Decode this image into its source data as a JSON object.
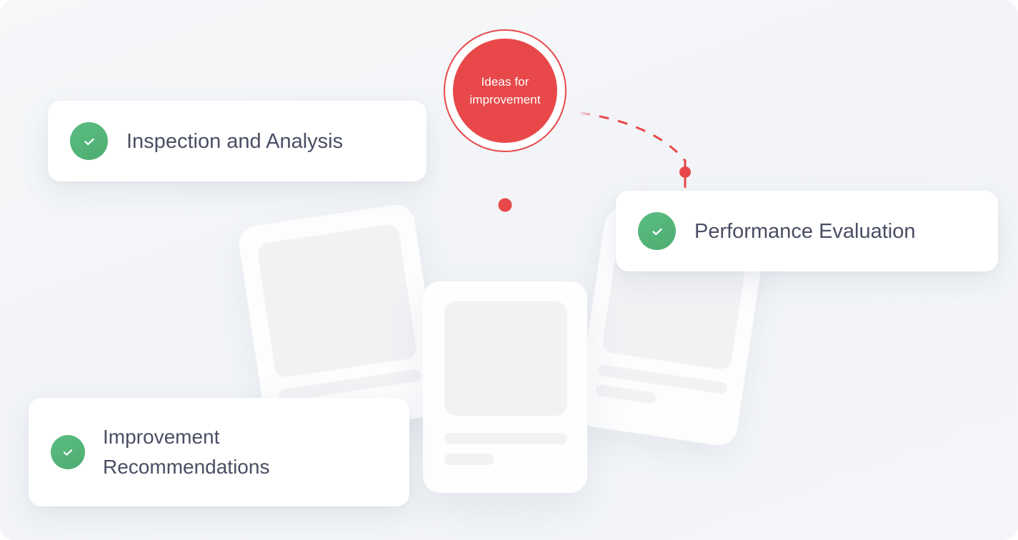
{
  "page": {
    "background_color": "#f3f5f8",
    "accent_red": "#e8484a",
    "accent_green": "#52b87a",
    "text_color": "#4a4e63"
  },
  "hub": {
    "label": "Ideas for\nimprovement",
    "text_color": "#ffffff",
    "fill_color": "#e8484a",
    "ring_color": "#e8484a"
  },
  "steps": [
    {
      "id": "inspection-and-analysis",
      "label": "Inspection and Analysis",
      "icon": "check-icon",
      "icon_color": "#52b87a"
    },
    {
      "id": "performance-evaluation",
      "label": "Performance Evaluation",
      "icon": "check-icon",
      "icon_color": "#52b87a"
    },
    {
      "id": "improvement-recommendations",
      "label": "Improvement\nRecommendations",
      "icon": "check-icon",
      "icon_color": "#52b87a"
    }
  ],
  "connectors": {
    "line_color": "#e8484a",
    "dot_color": "#e8484a",
    "style": "dashed",
    "nodes": 2
  },
  "background_documents": [
    {
      "id": "document-left",
      "rotation": "-8.5deg"
    },
    {
      "id": "document-center",
      "rotation": "0deg"
    },
    {
      "id": "document-right",
      "rotation": "8.5deg"
    }
  ]
}
